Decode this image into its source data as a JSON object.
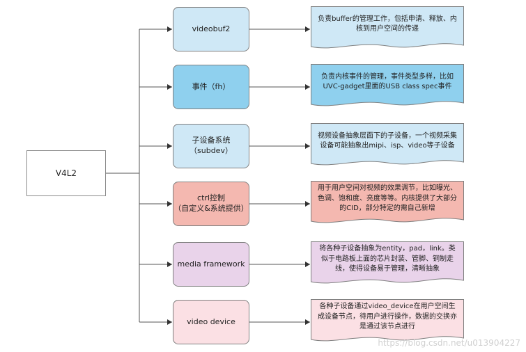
{
  "root": {
    "label": "V4L2"
  },
  "nodes": [
    {
      "label": "videobuf2",
      "fill": "#cfe8f6",
      "note": "负责buffer的管理工作，包括申请、释放、内核到用户空间的传递",
      "note_fill": "#cfe8f6"
    },
    {
      "label": "事件（fh）",
      "fill": "#8fd0ee",
      "note": "负责内核事件的管理，事件类型多样，比如UVC-gadget里面的USB class spec事件",
      "note_fill": "#8fd0ee"
    },
    {
      "label": "子设备系统\n（subdev）",
      "fill": "#cfe8f6",
      "note": "视频设备抽象层面下的子设备，一个视频采集设备可能抽象出mipi、isp、video等子设备",
      "note_fill": "#cfe8f6"
    },
    {
      "label": "ctrl控制\n（自定义&系统提供）",
      "fill": "#f4b8b0",
      "note": "用于用户空间对视频的效果调节，比如曝光、色调、饱和度、亮度等等。内核提供了大部分的CID，部分特定的需自己新增",
      "note_fill": "#f4b8b0"
    },
    {
      "label": "media framework",
      "fill": "#e9d3ea",
      "note": "将各种子设备抽象为entity，pad，link。类似于电路板上面的芯片封装、管脚、铜制走线，使得设备易于管理，清晰抽象",
      "note_fill": "#e9d3ea"
    },
    {
      "label": "video device",
      "fill": "#fbe0e4",
      "note": "各种子设备通过video_device在用户空间生成设备节点，待用户进行操作，数据的交换亦是通过该节点进行",
      "note_fill": "#fbe0e4"
    }
  ],
  "watermark": "https://blog.csdn.net/u013904227",
  "colors": {
    "line": "#555555"
  }
}
